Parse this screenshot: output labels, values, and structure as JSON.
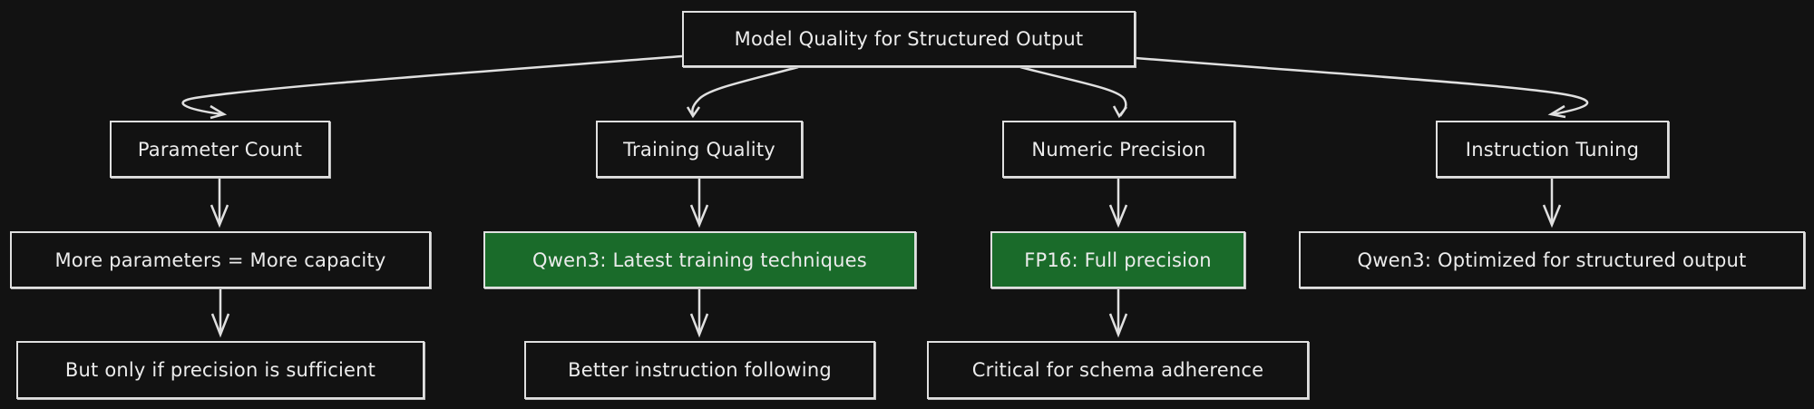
{
  "diagram": {
    "root": {
      "id": "root",
      "label": "Model Quality for Structured Output"
    },
    "nodes": [
      {
        "id": "param",
        "label": "Parameter Count",
        "highlight": false
      },
      {
        "id": "train",
        "label": "Training Quality",
        "highlight": false
      },
      {
        "id": "numeric",
        "label": "Numeric Precision",
        "highlight": false
      },
      {
        "id": "instr",
        "label": "Instruction Tuning",
        "highlight": false
      },
      {
        "id": "more",
        "label": "More parameters = More capacity",
        "highlight": false
      },
      {
        "id": "qwen_train",
        "label": "Qwen3: Latest training techniques",
        "highlight": true
      },
      {
        "id": "fp16",
        "label": "FP16: Full precision",
        "highlight": true
      },
      {
        "id": "qwen_opt",
        "label": "Qwen3: Optimized for structured output",
        "highlight": false
      },
      {
        "id": "butonly",
        "label": "But only if precision is sufficient",
        "highlight": false
      },
      {
        "id": "better",
        "label": "Better instruction following",
        "highlight": false
      },
      {
        "id": "critical",
        "label": "Critical for schema adherence",
        "highlight": false
      }
    ],
    "edges": [
      {
        "from": "root",
        "to": "param"
      },
      {
        "from": "root",
        "to": "train"
      },
      {
        "from": "root",
        "to": "numeric"
      },
      {
        "from": "root",
        "to": "instr"
      },
      {
        "from": "param",
        "to": "more"
      },
      {
        "from": "more",
        "to": "butonly"
      },
      {
        "from": "train",
        "to": "qwen_train"
      },
      {
        "from": "qwen_train",
        "to": "better"
      },
      {
        "from": "numeric",
        "to": "fp16"
      },
      {
        "from": "fp16",
        "to": "critical"
      },
      {
        "from": "instr",
        "to": "qwen_opt"
      }
    ],
    "colors": {
      "background": "#121212",
      "stroke": "#e0e0e0",
      "text": "#ececec",
      "highlight_fill": "#1a6b2a"
    }
  }
}
